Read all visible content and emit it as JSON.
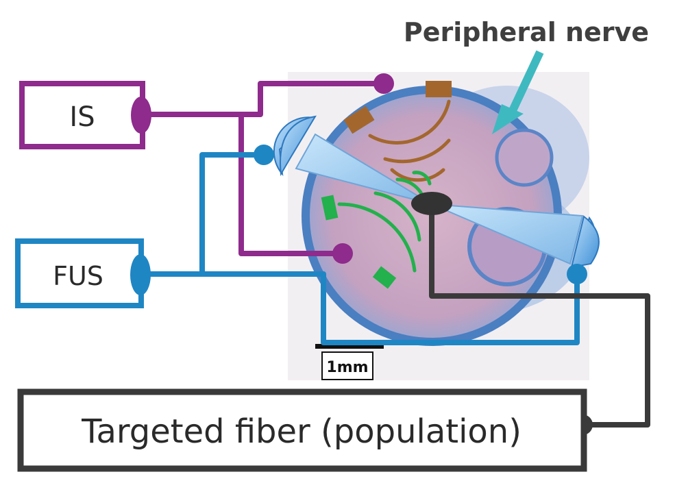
{
  "labels": {
    "structure": "Peripheral nerve",
    "is_box": "IS",
    "fus_box": "FUS",
    "target_box": "Targeted fiber (population)",
    "scale_bar": "1mm"
  },
  "colors": {
    "is_wire": "#8e2b8c",
    "fus_wire": "#1f86c4",
    "target_wire": "#3a3a3a",
    "arrow": "#3fb9c0",
    "nerve_sheath": "#4a7fc1",
    "nerve_tissue": "#c9a5bf",
    "is_wave": "#a3672d",
    "fus_wave": "#22b14c",
    "ultrasound_beam": "#9fd0f5"
  },
  "icons": {
    "arrow": "arrow-icon",
    "transducer": "ultrasound-transducer-icon",
    "electrode": "electrode-icon",
    "junction": "junction-dot-icon"
  }
}
